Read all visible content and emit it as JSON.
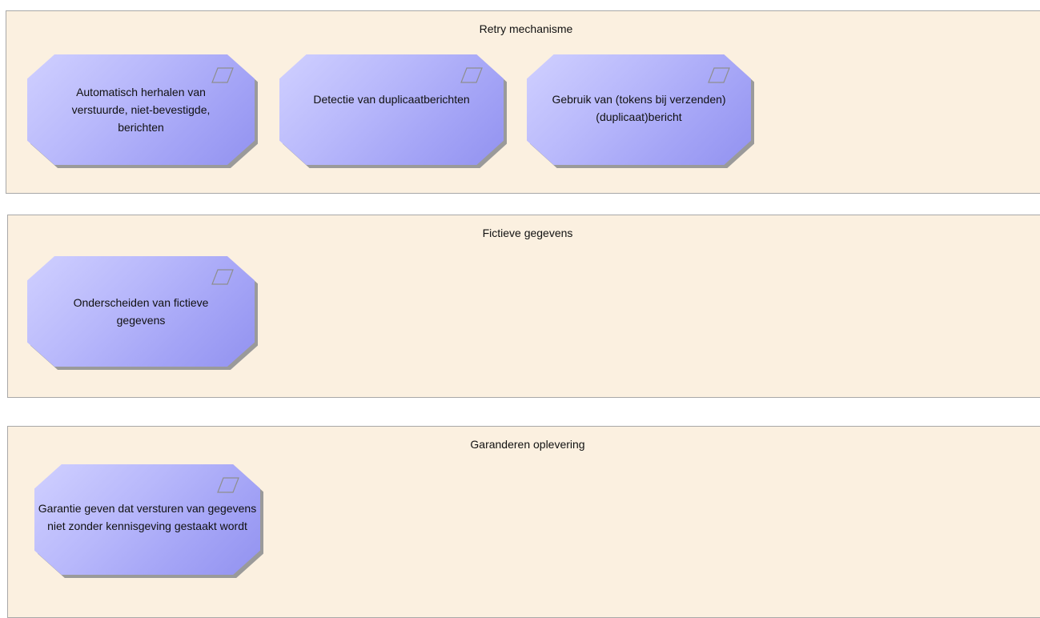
{
  "groups": [
    {
      "title": "Retry mechanisme",
      "elements": [
        {
          "label": "Automatisch herhalen van verstuurde, niet-bevestigde, berichten",
          "icon": "requirement-icon"
        },
        {
          "label": "Detectie van duplicaatberichten",
          "icon": "requirement-icon"
        },
        {
          "label": "Gebruik van (tokens bij verzenden) (duplicaat)bericht",
          "icon": "requirement-icon"
        }
      ]
    },
    {
      "title": "Fictieve gegevens",
      "elements": [
        {
          "label": "Onderscheiden van fictieve gegevens",
          "icon": "requirement-icon"
        }
      ]
    },
    {
      "title": "Garanderen oplevering",
      "elements": [
        {
          "label": "Garantie geven dat versturen van gegevens niet zonder kennisgeving gestaakt wordt",
          "icon": "requirement-icon"
        }
      ]
    }
  ],
  "colors": {
    "group_fill": "#fbf0e0",
    "group_border": "#a8a8a8",
    "element_fill_light": "#d0d0ff",
    "element_fill_dark": "#9292f0",
    "shadow": "#9a9a9a"
  }
}
